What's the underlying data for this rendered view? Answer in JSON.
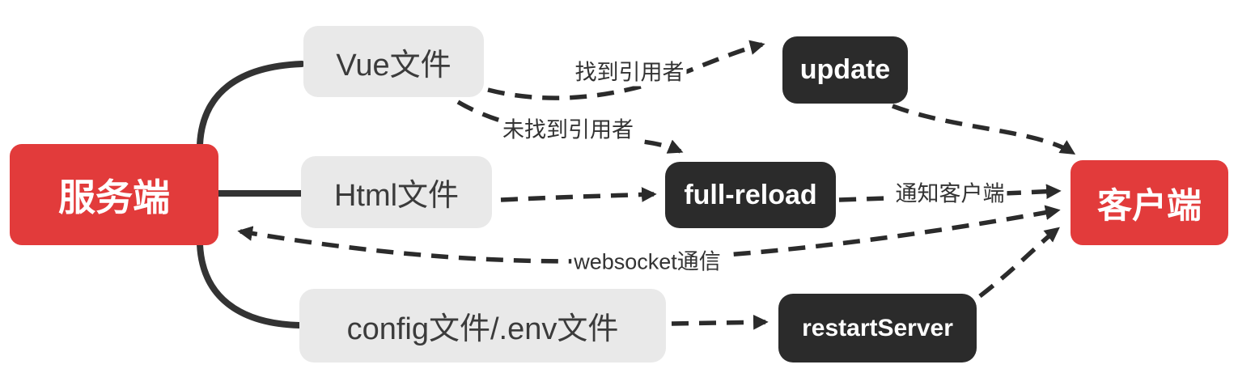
{
  "diagram": {
    "title": "vite-hmr-flow",
    "nodes": {
      "server": {
        "label": "服务端",
        "type": "endpoint"
      },
      "client": {
        "label": "客户端",
        "type": "endpoint"
      },
      "vue_file": {
        "label": "Vue文件",
        "type": "file"
      },
      "html_file": {
        "label": "Html文件",
        "type": "file"
      },
      "config_file": {
        "label": "config文件/.env文件",
        "type": "file"
      },
      "update": {
        "label": "update",
        "type": "event"
      },
      "full_reload": {
        "label": "full-reload",
        "type": "event"
      },
      "restart_server": {
        "label": "restartServer",
        "type": "event"
      }
    },
    "edge_labels": {
      "found_referrer": "找到引用者",
      "no_referrer": "未找到引用者",
      "notify_client": "通知客户端",
      "websocket": "websocket通信"
    },
    "edges": [
      {
        "from": "server",
        "to": "vue_file",
        "style": "solid",
        "label": ""
      },
      {
        "from": "server",
        "to": "html_file",
        "style": "solid",
        "label": ""
      },
      {
        "from": "server",
        "to": "config_file",
        "style": "solid",
        "label": ""
      },
      {
        "from": "vue_file",
        "to": "update",
        "style": "dashed",
        "label": "找到引用者"
      },
      {
        "from": "vue_file",
        "to": "full_reload",
        "style": "dashed",
        "label": "未找到引用者"
      },
      {
        "from": "html_file",
        "to": "full_reload",
        "style": "dashed",
        "label": ""
      },
      {
        "from": "config_file",
        "to": "restart_server",
        "style": "dashed",
        "label": ""
      },
      {
        "from": "update",
        "to": "client",
        "style": "dashed",
        "label": ""
      },
      {
        "from": "full_reload",
        "to": "client",
        "style": "dashed",
        "label": "通知客户端"
      },
      {
        "from": "restart_server",
        "to": "client",
        "style": "dashed",
        "label": ""
      },
      {
        "from": "client",
        "to": "server",
        "style": "dashed-bidirectional",
        "label": "websocket通信"
      }
    ],
    "colors": {
      "endpoint_red": "#E23B3B",
      "event_black": "#2B2B2B",
      "file_gray": "#E9E9E9",
      "line_dark": "#333333"
    }
  }
}
